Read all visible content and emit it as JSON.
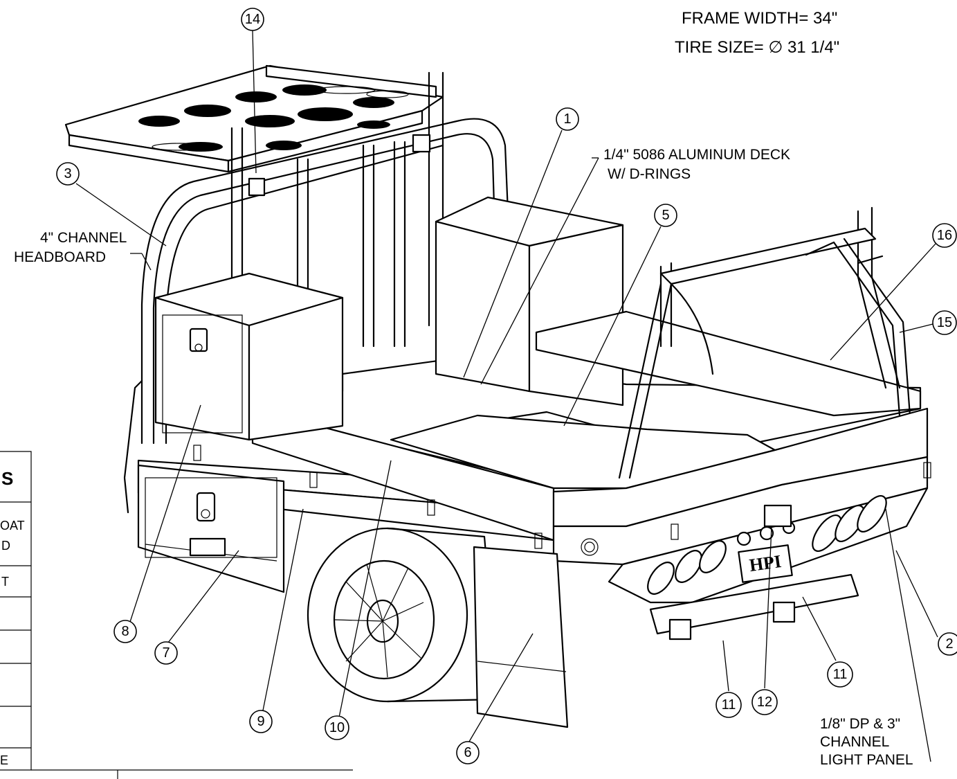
{
  "header": {
    "line1": "FRAME WIDTH= 34\"",
    "line2": "TIRE SIZE= ∅ 31 1/4\""
  },
  "notes": {
    "deck_line1": "1/4\" 5086 ALUMINUM DECK",
    "deck_line2": "W/ D-RINGS",
    "headboard_line1": "4\" CHANNEL",
    "headboard_line2": "HEADBOARD",
    "light_line1": "1/8\" DP & 3\"",
    "light_line2": "CHANNEL",
    "light_line3": "LIGHT PANEL"
  },
  "balloons": [
    "1",
    "2",
    "3",
    "5",
    "6",
    "7",
    "8",
    "9",
    "10",
    "11",
    "11",
    "12",
    "14",
    "15",
    "16"
  ],
  "brand_plate": "HPI",
  "table": {
    "header_fragment": "S",
    "row1_line1": "OAT",
    "row1_line2": "D",
    "row2": "T",
    "last": "E"
  }
}
